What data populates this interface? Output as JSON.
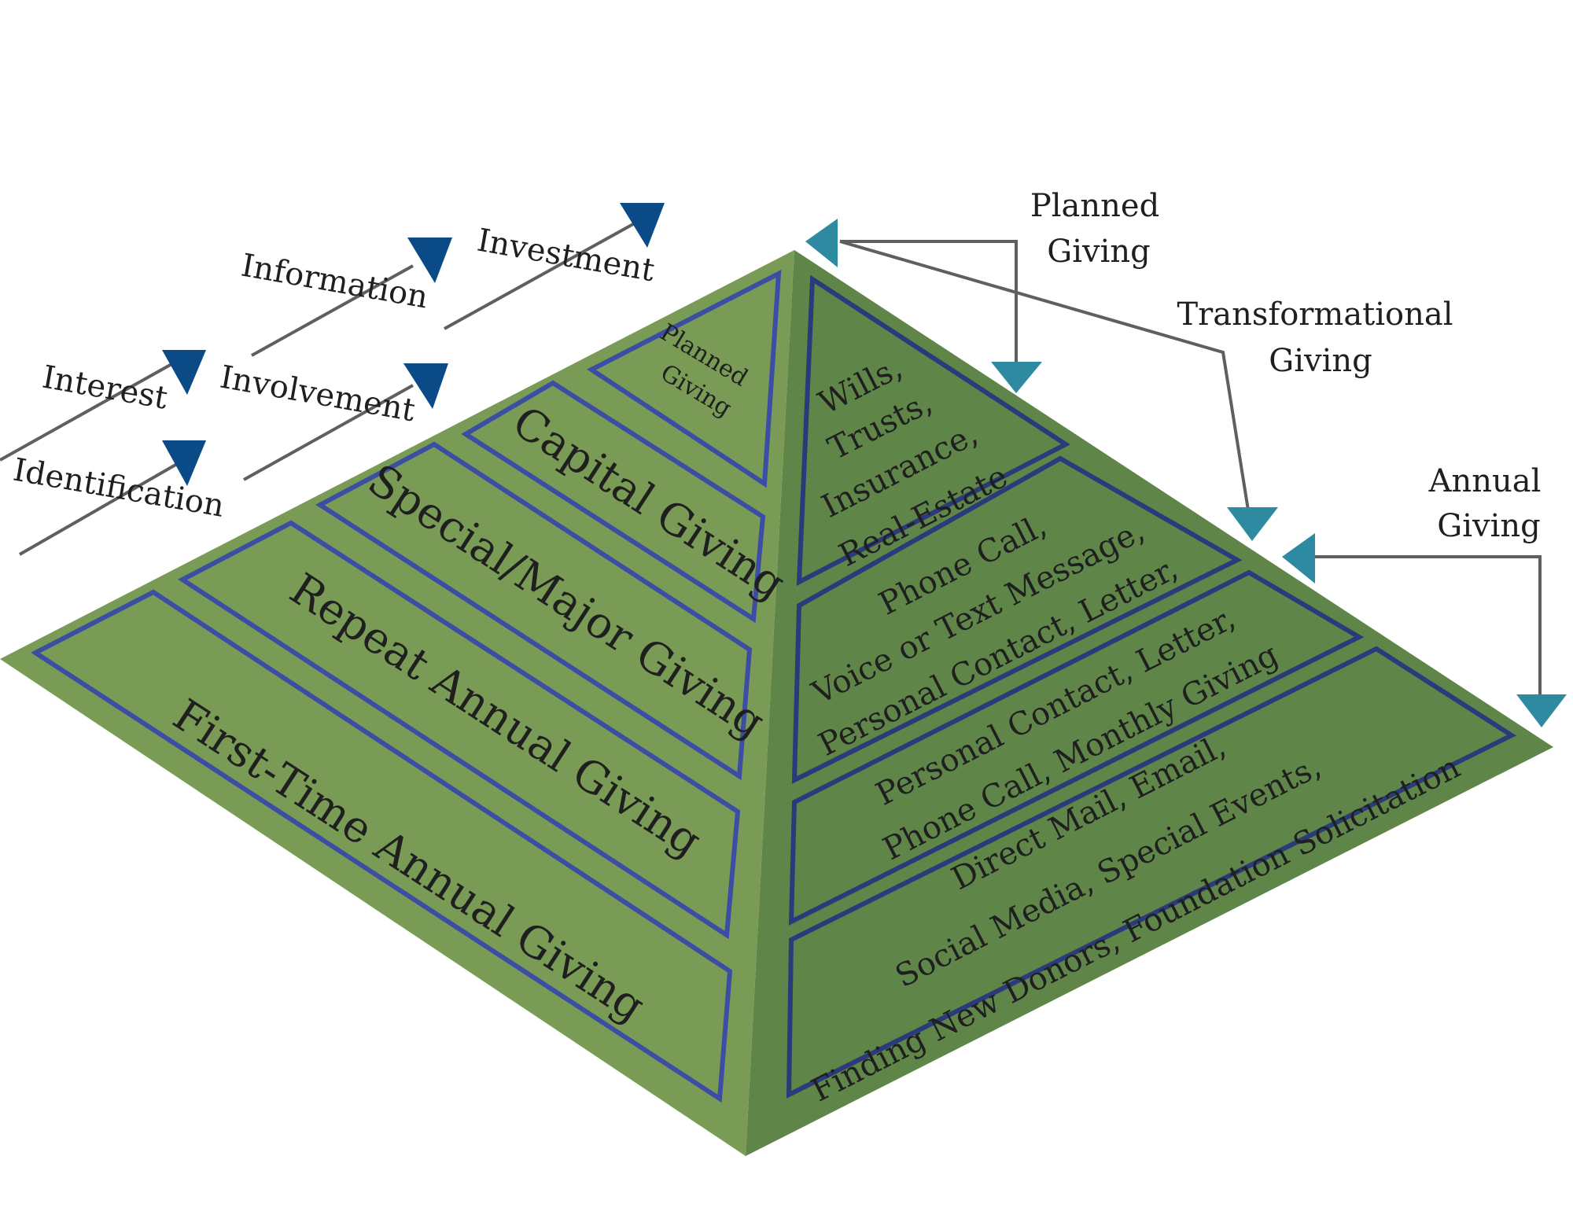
{
  "colors": {
    "face_left": "#7a9b55",
    "face_right": "#5f8549",
    "tier_outline_left": "#3b4ea3",
    "tier_outline_right": "#2b3a7a",
    "bracket_line": "#5f5f5f",
    "bracket_arrow": "#2e8aa0",
    "stage_line": "#5f5f5f",
    "stage_arrow": "#0a4a86",
    "text": "#1f1f1f"
  },
  "stages": [
    "Identification",
    "Interest",
    "Involvement",
    "Information",
    "Investment"
  ],
  "left_tiers": [
    "Planned",
    "Giving",
    "Capital Giving",
    "Special/Major Giving",
    "Repeat Annual Giving",
    "First-Time Annual Giving"
  ],
  "right_tiers": [
    {
      "lines": [
        "Wills,",
        "Trusts,",
        "Insurance,",
        "Real-Estate"
      ]
    },
    {
      "lines": [
        "Phone Call,",
        "Voice or Text Message,",
        "Personal Contact, Letter,"
      ]
    },
    {
      "lines": [
        "Personal Contact, Letter,",
        "Phone Call, Monthly Giving"
      ]
    },
    {
      "lines": [
        "Direct Mail, Email,",
        "Social Media, Special Events,",
        "Finding New Donors, Foundation Solicitation"
      ]
    }
  ],
  "brackets": {
    "planned": [
      "Planned",
      "Giving"
    ],
    "transformational": [
      "Transformational",
      "Giving"
    ],
    "annual": [
      "Annual",
      "Giving"
    ]
  }
}
